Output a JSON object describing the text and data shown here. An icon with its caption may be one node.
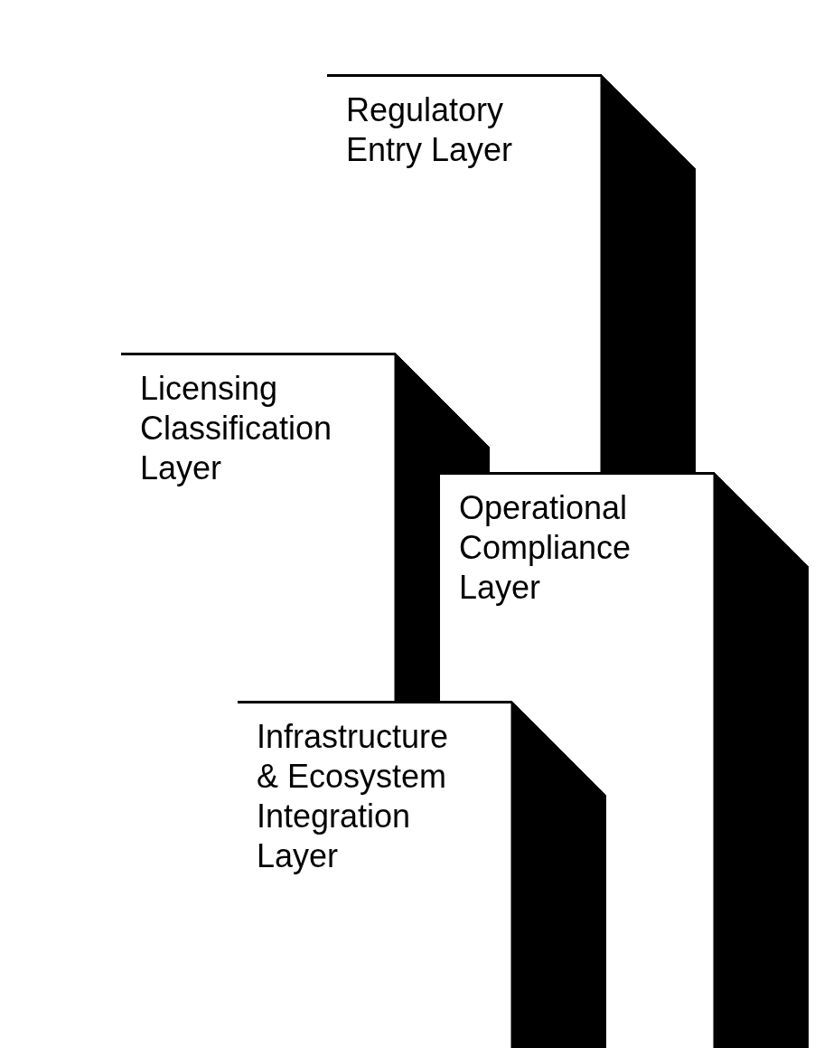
{
  "diagram": {
    "nodes": [
      {
        "text": [
          "Regulatory Entry Layer"
        ]
      },
      {
        "text": [
          "Licensing Classification Layer"
        ]
      },
      {
        "text": [
          "Operational Compliance Layer"
        ]
      },
      {
        "text": [
          "Infrastructure & Ecosystem Integration Layer"
        ]
      }
    ],
    "edges": []
  }
}
